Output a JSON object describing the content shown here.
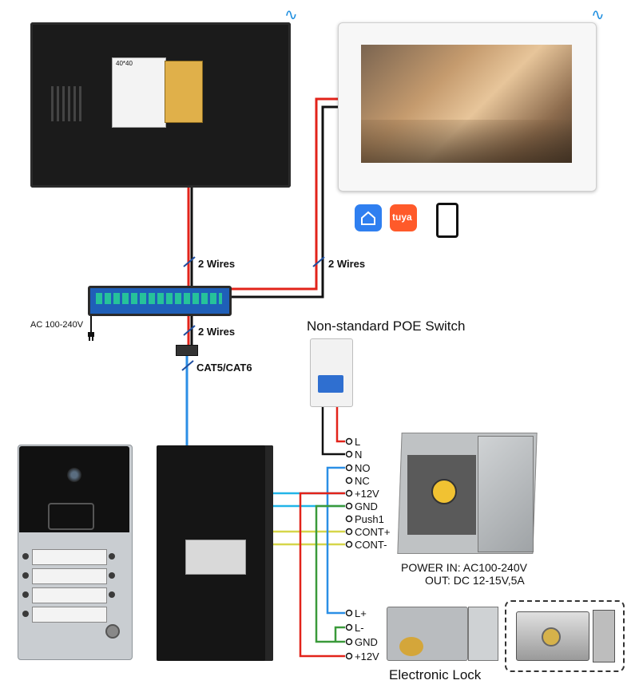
{
  "labels": {
    "two_wires": "2 Wires",
    "cat": "CAT5/CAT6",
    "ac_input": "AC 100-240V",
    "poe_switch": "Non-standard POE Switch",
    "power_in": "POWER  IN: AC100-240V",
    "power_out": "OUT: DC 12-15V,5A",
    "lock_title": "Electronic Lock",
    "tuya": "tuya",
    "sticker": "40*40"
  },
  "terminals": {
    "psu": [
      "L",
      "N",
      "NO",
      "NC",
      "+12V",
      "GND",
      "Push1",
      "CONT+",
      "CONT-"
    ],
    "lock": [
      "L+",
      "L-",
      "GND",
      "+12V"
    ]
  },
  "colors": {
    "wire_red": "#e2231a",
    "wire_black": "#111111",
    "wire_blue": "#2b8fe6",
    "wire_cyan": "#22b5e8",
    "wire_green": "#3a9a3a",
    "wire_yellow": "#d6d64a",
    "switch_blue": "#1f5fb8",
    "tuya_orange": "#ff5a2a",
    "home_blue": "#2f7ff0"
  },
  "icons": [
    "wifi-icon",
    "home-app-icon",
    "tuya-app-icon",
    "phone-icon",
    "plug-icon"
  ]
}
